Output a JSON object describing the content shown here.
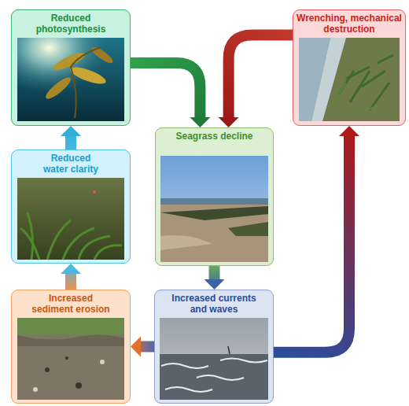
{
  "diagram": {
    "nodes": [
      {
        "text": [
          "Reduced photosynthesis"
        ]
      },
      {
        "text": [
          "Wrenching, mechanical destruction"
        ]
      },
      {
        "text": [
          "Reduced water clarity"
        ]
      },
      {
        "text": [
          "Seagrass decline"
        ]
      },
      {
        "text": [
          "Increased sediment erosion"
        ]
      },
      {
        "text": [
          "Increased currents and waves"
        ]
      }
    ],
    "edges": [
      {
        "from": 0,
        "to": 3,
        "arrow": "to"
      },
      {
        "from": 1,
        "to": 3,
        "arrow": "to"
      },
      {
        "from": 3,
        "to": 5,
        "arrow": "to"
      },
      {
        "from": 5,
        "to": 4,
        "arrow": "to"
      },
      {
        "from": 4,
        "to": 2,
        "arrow": "to"
      },
      {
        "from": 2,
        "to": 0,
        "arrow": "to"
      },
      {
        "from": 5,
        "to": 1,
        "arrow": "to"
      }
    ]
  }
}
